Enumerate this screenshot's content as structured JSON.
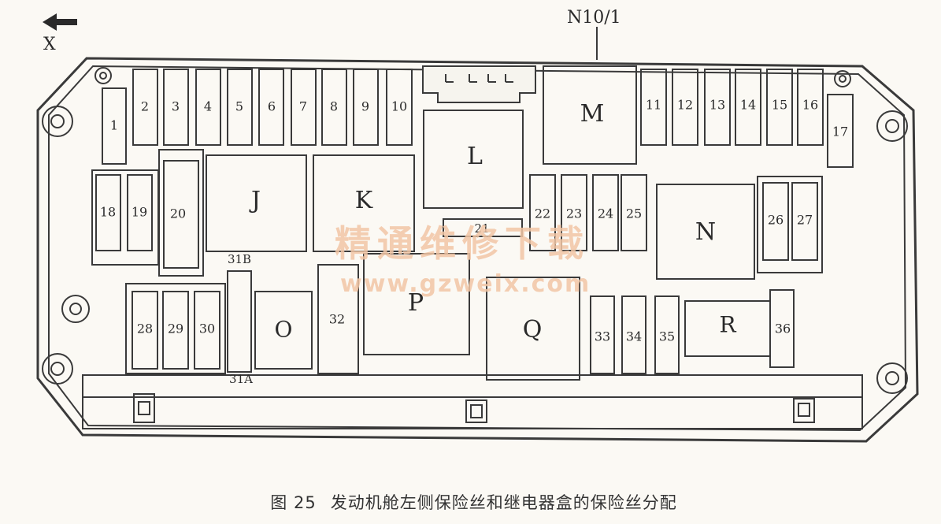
{
  "top_label": "N10/1",
  "direction_label": "X",
  "watermark": {
    "line1": "精通维修下载",
    "line2": "www.gzweix.com"
  },
  "caption": {
    "figure": "图 25",
    "text": "发动机舱左侧保险丝和继电器盒的保险丝分配"
  },
  "fuse_labels": {
    "f1": "1",
    "f2": "2",
    "f3": "3",
    "f4": "4",
    "f5": "5",
    "f6": "6",
    "f7": "7",
    "f8": "8",
    "f9": "9",
    "f10": "10",
    "f11": "11",
    "f12": "12",
    "f13": "13",
    "f14": "14",
    "f15": "15",
    "f16": "16",
    "f17": "17",
    "f18": "18",
    "f19": "19",
    "f20": "20",
    "f21": "21",
    "f22": "22",
    "f23": "23",
    "f24": "24",
    "f25": "25",
    "f26": "26",
    "f27": "27",
    "f28": "28",
    "f29": "29",
    "f30": "30",
    "f31A": "31A",
    "f31B": "31B",
    "f32": "32",
    "f33": "33",
    "f34": "34",
    "f35": "35",
    "f36": "36"
  },
  "relay_labels": {
    "J": "J",
    "K": "K",
    "L": "L",
    "M": "M",
    "N": "N",
    "O": "O",
    "P": "P",
    "Q": "Q",
    "R": "R"
  }
}
